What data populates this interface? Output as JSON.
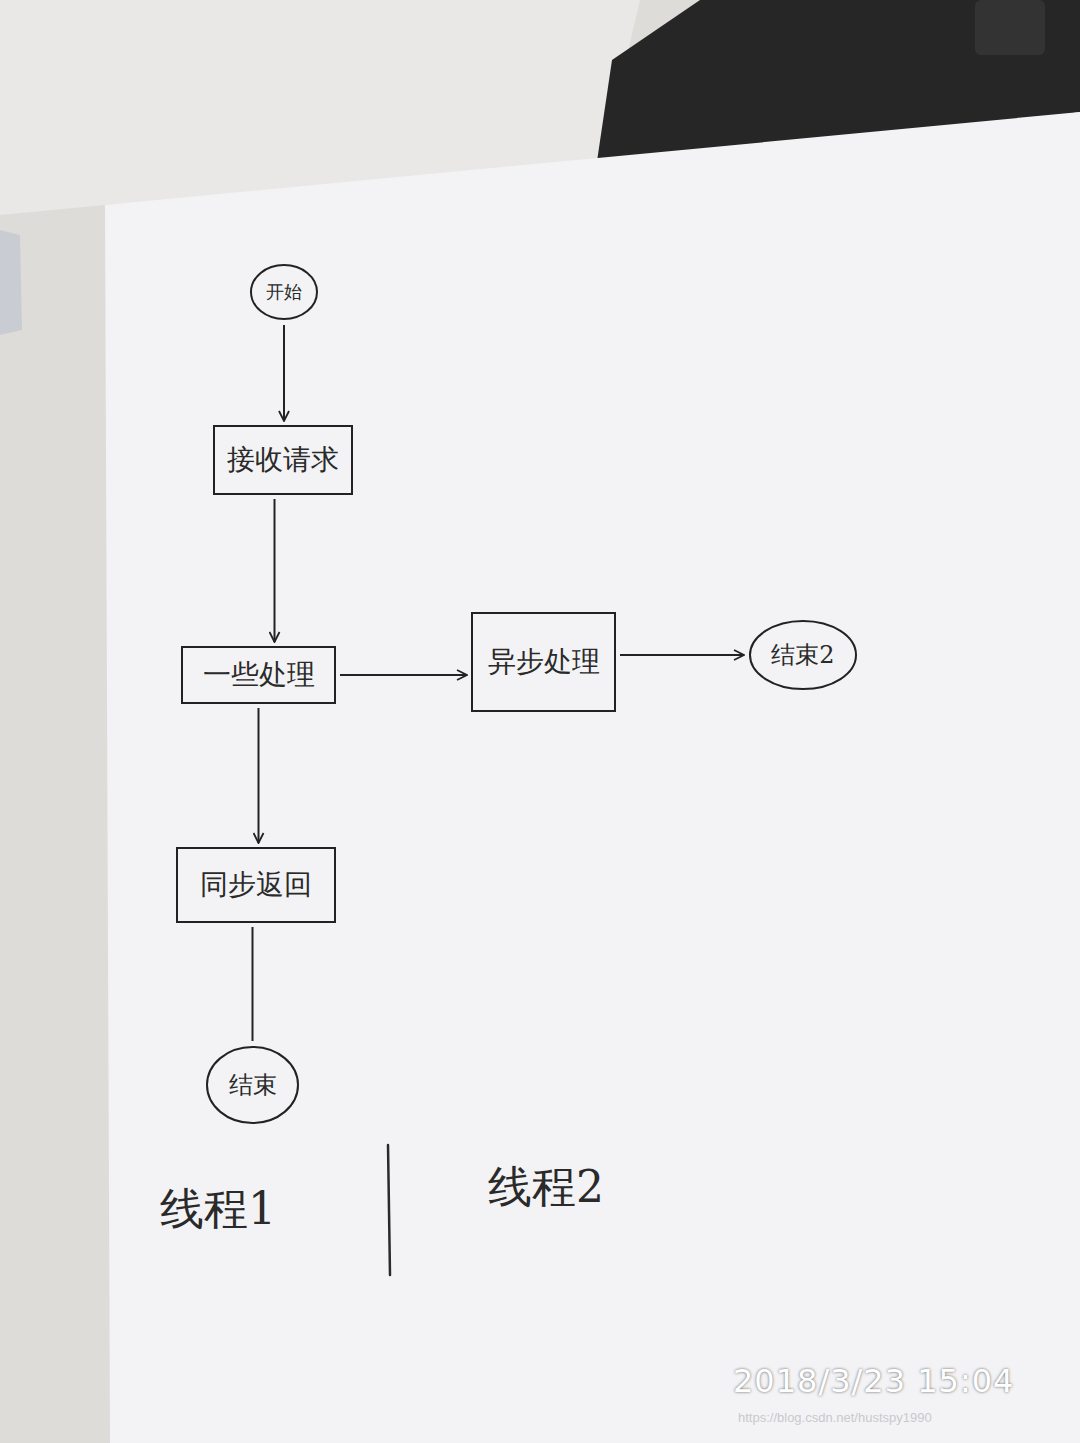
{
  "diagram": {
    "nodes": [
      {
        "text": [
          "开始"
        ]
      },
      {
        "text": [
          "接收请求"
        ]
      },
      {
        "text": [
          "一些处理"
        ]
      },
      {
        "text": [
          "异步处理"
        ]
      },
      {
        "text": [
          "结束2"
        ]
      },
      {
        "text": [
          "同步返回"
        ]
      },
      {
        "text": [
          "结束"
        ]
      }
    ],
    "edges": [
      {
        "from": 0,
        "to": 1,
        "arrow": "to"
      },
      {
        "from": 1,
        "to": 2,
        "arrow": "to"
      },
      {
        "from": 2,
        "to": 3,
        "arrow": "to"
      },
      {
        "from": 3,
        "to": 4,
        "arrow": "to"
      },
      {
        "from": 2,
        "to": 5,
        "arrow": "to"
      },
      {
        "from": 5,
        "to": 6,
        "arrow": "none"
      }
    ],
    "labels": [
      "线程1",
      "线程2",
      "2018/3/23 15:04",
      "https://blog.csdn.net/hustspy1990"
    ]
  }
}
